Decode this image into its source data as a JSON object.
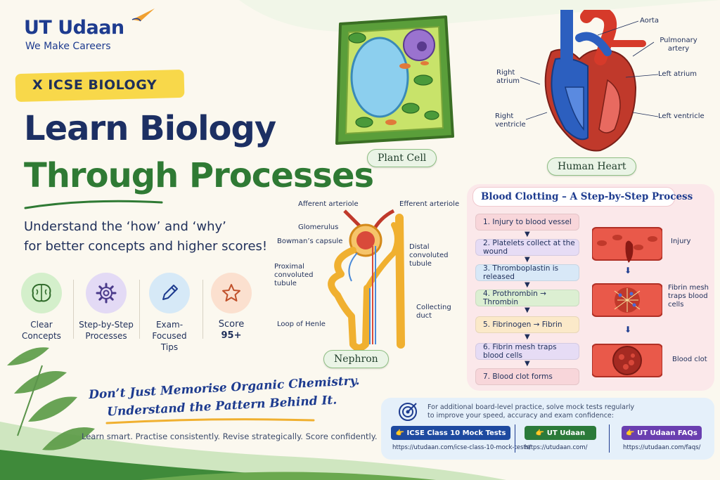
{
  "brand": {
    "title": "UT Udaan",
    "tagline": "We Make Careers"
  },
  "badge": "X ICSE BIOLOGY",
  "headline": {
    "line1": "Learn Biology",
    "line2": "Through Processes"
  },
  "subtitle": {
    "line1": "Understand the ‘how’ and ‘why’",
    "line2": "for better concepts and higher scores!"
  },
  "features": [
    {
      "line1": "Clear",
      "line2": "Concepts",
      "icon": "brain-icon",
      "color": "#d4efcb"
    },
    {
      "line1": "Step-by-Step",
      "line2": "Processes",
      "icon": "gear-icon",
      "color": "#e3daf5"
    },
    {
      "line1": "Exam-Focused",
      "line2": "Tips",
      "icon": "pencil-icon",
      "color": "#d6e9f7"
    },
    {
      "line1": "Score",
      "line2": "95+",
      "icon": "star-icon",
      "color": "#fbe0cf"
    }
  ],
  "tagline": {
    "line1": "Don’t Just Memorise Organic Chemistry.",
    "line2": "Understand the Pattern Behind It."
  },
  "footer": "Learn smart. Practise consistently. Revise strategically. Score confidently.",
  "plant_cell": {
    "label": "Plant Cell"
  },
  "heart": {
    "label": "Human Heart",
    "parts": [
      "Aorta",
      "Pulmonary artery",
      "Right atrium",
      "Left atrium",
      "Right ventricle",
      "Left ventricle"
    ]
  },
  "nephron": {
    "label": "Nephron",
    "parts": {
      "afferent": "Afferent arteriole",
      "efferent": "Efferent arteriole",
      "glomerulus": "Glomerulus",
      "bowman": "Bowman’s capsule",
      "distal1": "Distal",
      "distal2": "convoluted",
      "distal3": "tubule",
      "proximal1": "Proximal",
      "proximal2": "convoluted",
      "proximal3": "tubule",
      "collecting1": "Collecting",
      "collecting2": "duct",
      "henle": "Loop of Henle"
    }
  },
  "clotting": {
    "title": "Blood Clotting – A Step-by-Step Process",
    "steps": [
      {
        "text": "1.  Injury to blood vessel",
        "color": "#f8d6da"
      },
      {
        "text": "2.  Platelets collect at the wound",
        "color": "#e6dcf5"
      },
      {
        "text": "3.  Thromboplastin is released",
        "color": "#d8e8f7"
      },
      {
        "text": "4.  Prothrombin → Thrombin",
        "color": "#dcefd2"
      },
      {
        "text": "5.  Fibrinogen → Fibrin",
        "color": "#fbe9c9"
      },
      {
        "text": "6.  Fibrin mesh traps blood cells",
        "color": "#e6dcf5"
      },
      {
        "text": "7.  Blood clot forms",
        "color": "#f8d6da"
      }
    ],
    "stages": {
      "injury": "Injury",
      "mesh1": "Fibrin mesh",
      "mesh2": "traps blood cells",
      "clot": "Blood clot"
    }
  },
  "resources": {
    "line1": "For additional board-level practice, solve mock tests regularly",
    "line2": "to improve your speed, accuracy and exam confidence:",
    "links": [
      {
        "label": "👉 ICSE Class 10 Mock Tests",
        "url": "https://utudaan.com/icse-class-10-mock-tests/",
        "color": "#1e4aa0"
      },
      {
        "label": "👉 UT Udaan",
        "url": "https://utudaan.com/",
        "color": "#2b7a3a"
      },
      {
        "label": "👉 UT Udaan FAQs",
        "url": "https://utudaan.com/faqs/",
        "color": "#6a3fb0"
      }
    ]
  }
}
